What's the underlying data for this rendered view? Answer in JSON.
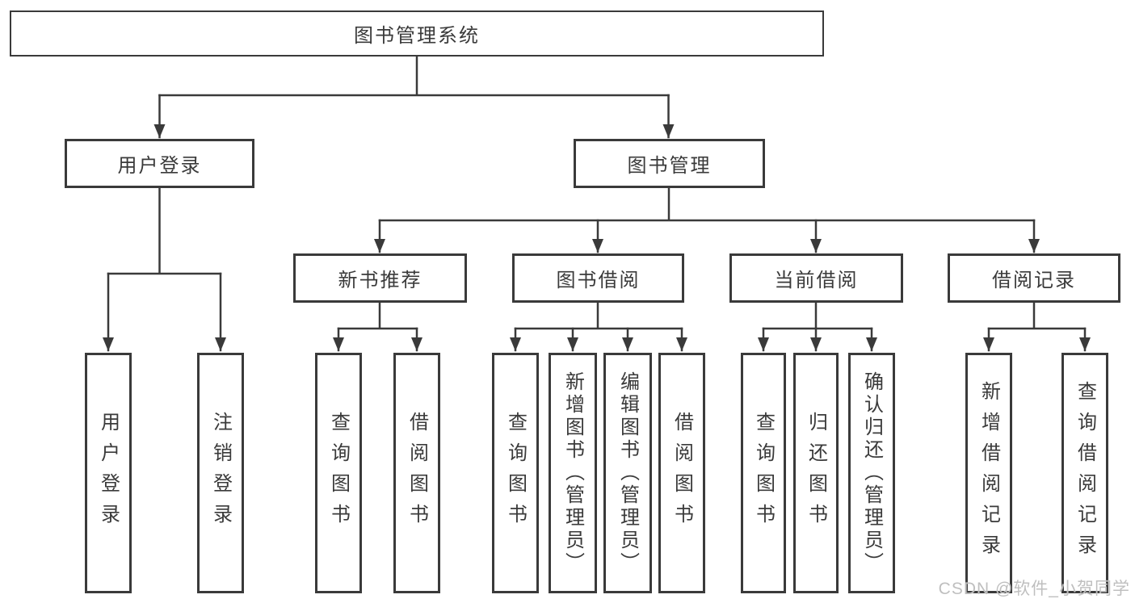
{
  "title": "图书管理系统",
  "watermark": "CSDN @软件_小贺同学",
  "colors": {
    "line": "#3a3a3a",
    "box_border": "#3a3a3a",
    "box_fill": "#ffffff",
    "text": "#3a3a3a",
    "watermark": "#bababa",
    "background": "#ffffff"
  },
  "tree": {
    "root": {
      "label": "图书管理系统",
      "children": [
        {
          "label": "用户登录",
          "children": [
            {
              "label": "用户登录"
            },
            {
              "label": "注销登录"
            }
          ]
        },
        {
          "label": "图书管理",
          "children": [
            {
              "label": "新书推荐",
              "children": [
                {
                  "label": "查询图书"
                },
                {
                  "label": "借阅图书"
                }
              ]
            },
            {
              "label": "图书借阅",
              "children": [
                {
                  "label": "查询图书"
                },
                {
                  "label": "新增图书（管理员）"
                },
                {
                  "label": "编辑图书（管理员）"
                },
                {
                  "label": "借阅图书"
                }
              ]
            },
            {
              "label": "当前借阅",
              "children": [
                {
                  "label": "查询图书"
                },
                {
                  "label": "归还图书"
                },
                {
                  "label": "确认归还（管理员）"
                }
              ]
            },
            {
              "label": "借阅记录",
              "children": [
                {
                  "label": "新增借阅记录"
                },
                {
                  "label": "查询借阅记录"
                }
              ]
            }
          ]
        }
      ]
    }
  }
}
